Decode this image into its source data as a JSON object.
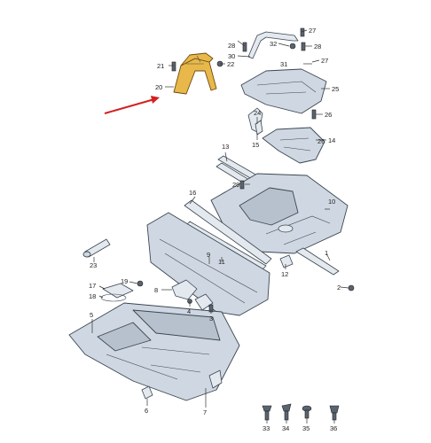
{
  "diagram": {
    "highlight_color": "#e8b84a",
    "pointer_arrow_color": "#d42020",
    "highlighted_label": "20",
    "labels": [
      "1",
      "2",
      "3",
      "4",
      "5",
      "6",
      "7",
      "8",
      "9",
      "10",
      "11",
      "12",
      "13",
      "14",
      "15",
      "16",
      "17",
      "18",
      "19",
      "20",
      "21",
      "22",
      "23",
      "24",
      "25",
      "26",
      "27",
      "28",
      "29",
      "30",
      "31",
      "32",
      "33",
      "34",
      "35",
      "36"
    ]
  }
}
